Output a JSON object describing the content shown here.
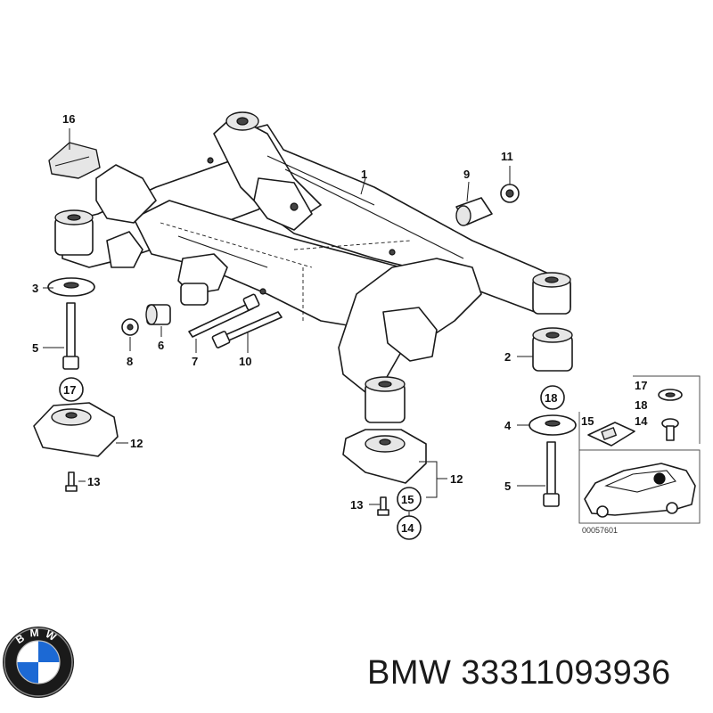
{
  "callouts": {
    "c1": "1",
    "c2": "2",
    "c3": "3",
    "c4": "4",
    "c5a": "5",
    "c5b": "5",
    "c6": "6",
    "c7": "7",
    "c8": "8",
    "c9": "9",
    "c10": "10",
    "c11": "11",
    "c12a": "12",
    "c12b": "12",
    "c13a": "13",
    "c13b": "13",
    "c14": "14",
    "c15": "15",
    "c16": "16",
    "c17": "17",
    "c18": "18"
  },
  "inset": {
    "labels": {
      "i17": "17",
      "i18": "18",
      "i14": "14",
      "i15": "15"
    },
    "diagram_number": "00057601"
  },
  "brand": {
    "text": "BMW 33311093936",
    "logo_letters": "BMW",
    "colors": {
      "blue": "#1c69d4",
      "ring": "#1a1a1a",
      "white": "#ffffff"
    }
  }
}
